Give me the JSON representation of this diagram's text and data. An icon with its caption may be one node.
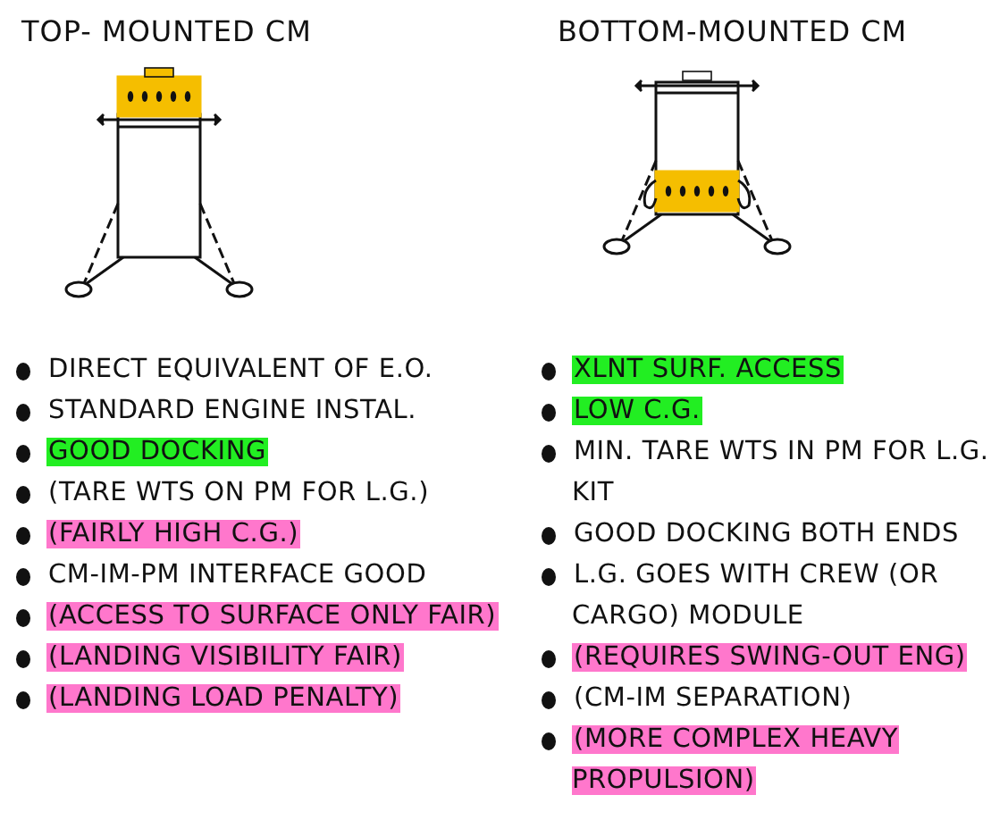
{
  "diagram": {
    "labels": [
      "TOP- MOUNTED CM",
      "BOTTOM-MOUNTED CM",
      "DIRECT EQUIVALENT OF E.O.",
      "STANDARD ENGINE INSTAL.",
      "GOOD DOCKING",
      "(TARE WTS ON PM FOR L.G.)",
      "(FAIRLY HIGH C.G.)",
      "CM-IM-PM INTERFACE GOOD",
      "(ACCESS TO SURFACE ONLY FAIR)",
      "(LANDING VISIBILITY FAIR)",
      "(LANDING LOAD PENALTY)",
      "XLNT SURF. ACCESS",
      "LOW C.G.",
      "MIN. TARE WTS IN PM FOR L.G. KIT",
      "GOOD DOCKING BOTH ENDS",
      "L.G. GOES WITH CREW (OR CARGO) MODULE",
      "(REQUIRES SWING-OUT ENG)",
      "(CM-IM SEPARATION)",
      "(MORE COMPLEX HEAVY PROPULSION)"
    ]
  }
}
